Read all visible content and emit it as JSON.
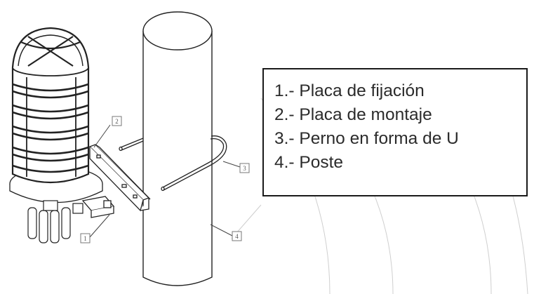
{
  "callouts": [
    "1",
    "2",
    "3",
    "4"
  ],
  "legend": {
    "items": [
      "1.- Placa de fijación",
      "2.- Placa de montaje",
      "3.- Perno en forma de U",
      "4.- Poste"
    ]
  },
  "colors": {
    "line": "#222222",
    "callout_border": "#777777",
    "watermark": "#c8c8c8",
    "legend_text": "#2b2b2b"
  }
}
